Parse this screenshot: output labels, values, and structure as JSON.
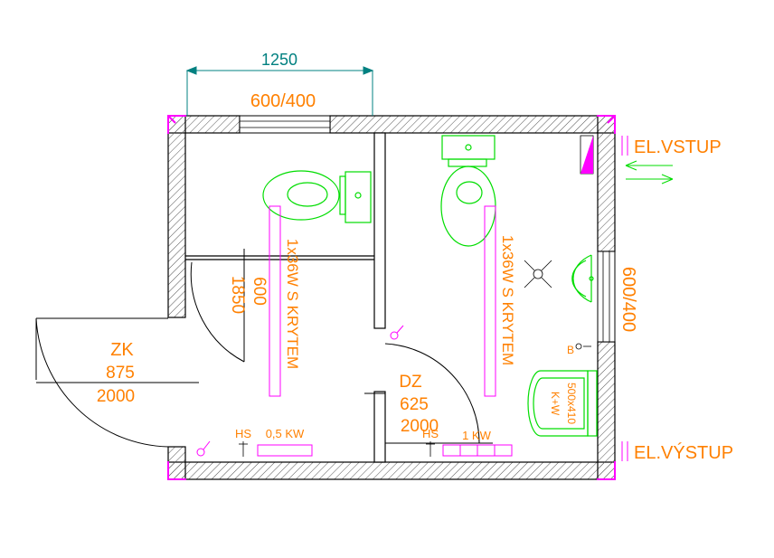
{
  "colors": {
    "wall": "#000000",
    "hatch": "#444444",
    "dimension": "#008080",
    "text_orange": "#ff8000",
    "fixture_green": "#00dd00",
    "light_magenta": "#ff00ff",
    "electric_magenta": "#cc00cc",
    "door_line": "#000000"
  },
  "dimensions": {
    "top_width": "1250",
    "top_window": "600/400",
    "right_window": "600/400"
  },
  "electrical": {
    "input_label": "EL.VSTUP",
    "output_label": "EL.VÝSTUP"
  },
  "doors": {
    "entrance": {
      "code": "ZK",
      "width": "875",
      "height": "2000"
    },
    "inner": {
      "code": "DZ",
      "width": "625",
      "height": "2000"
    },
    "left_room": {
      "width": "600",
      "height": "1850"
    }
  },
  "lights": {
    "left": "1x36W S KRYTEM",
    "right": "1x36W S KRYTEM"
  },
  "heaters": {
    "left_code": "HS",
    "left_power": "0,5 KW",
    "right_code": "HS",
    "right_power": "1 KW"
  },
  "sink": {
    "size": "500x410",
    "type": "K+W"
  },
  "boiler_label": "B"
}
